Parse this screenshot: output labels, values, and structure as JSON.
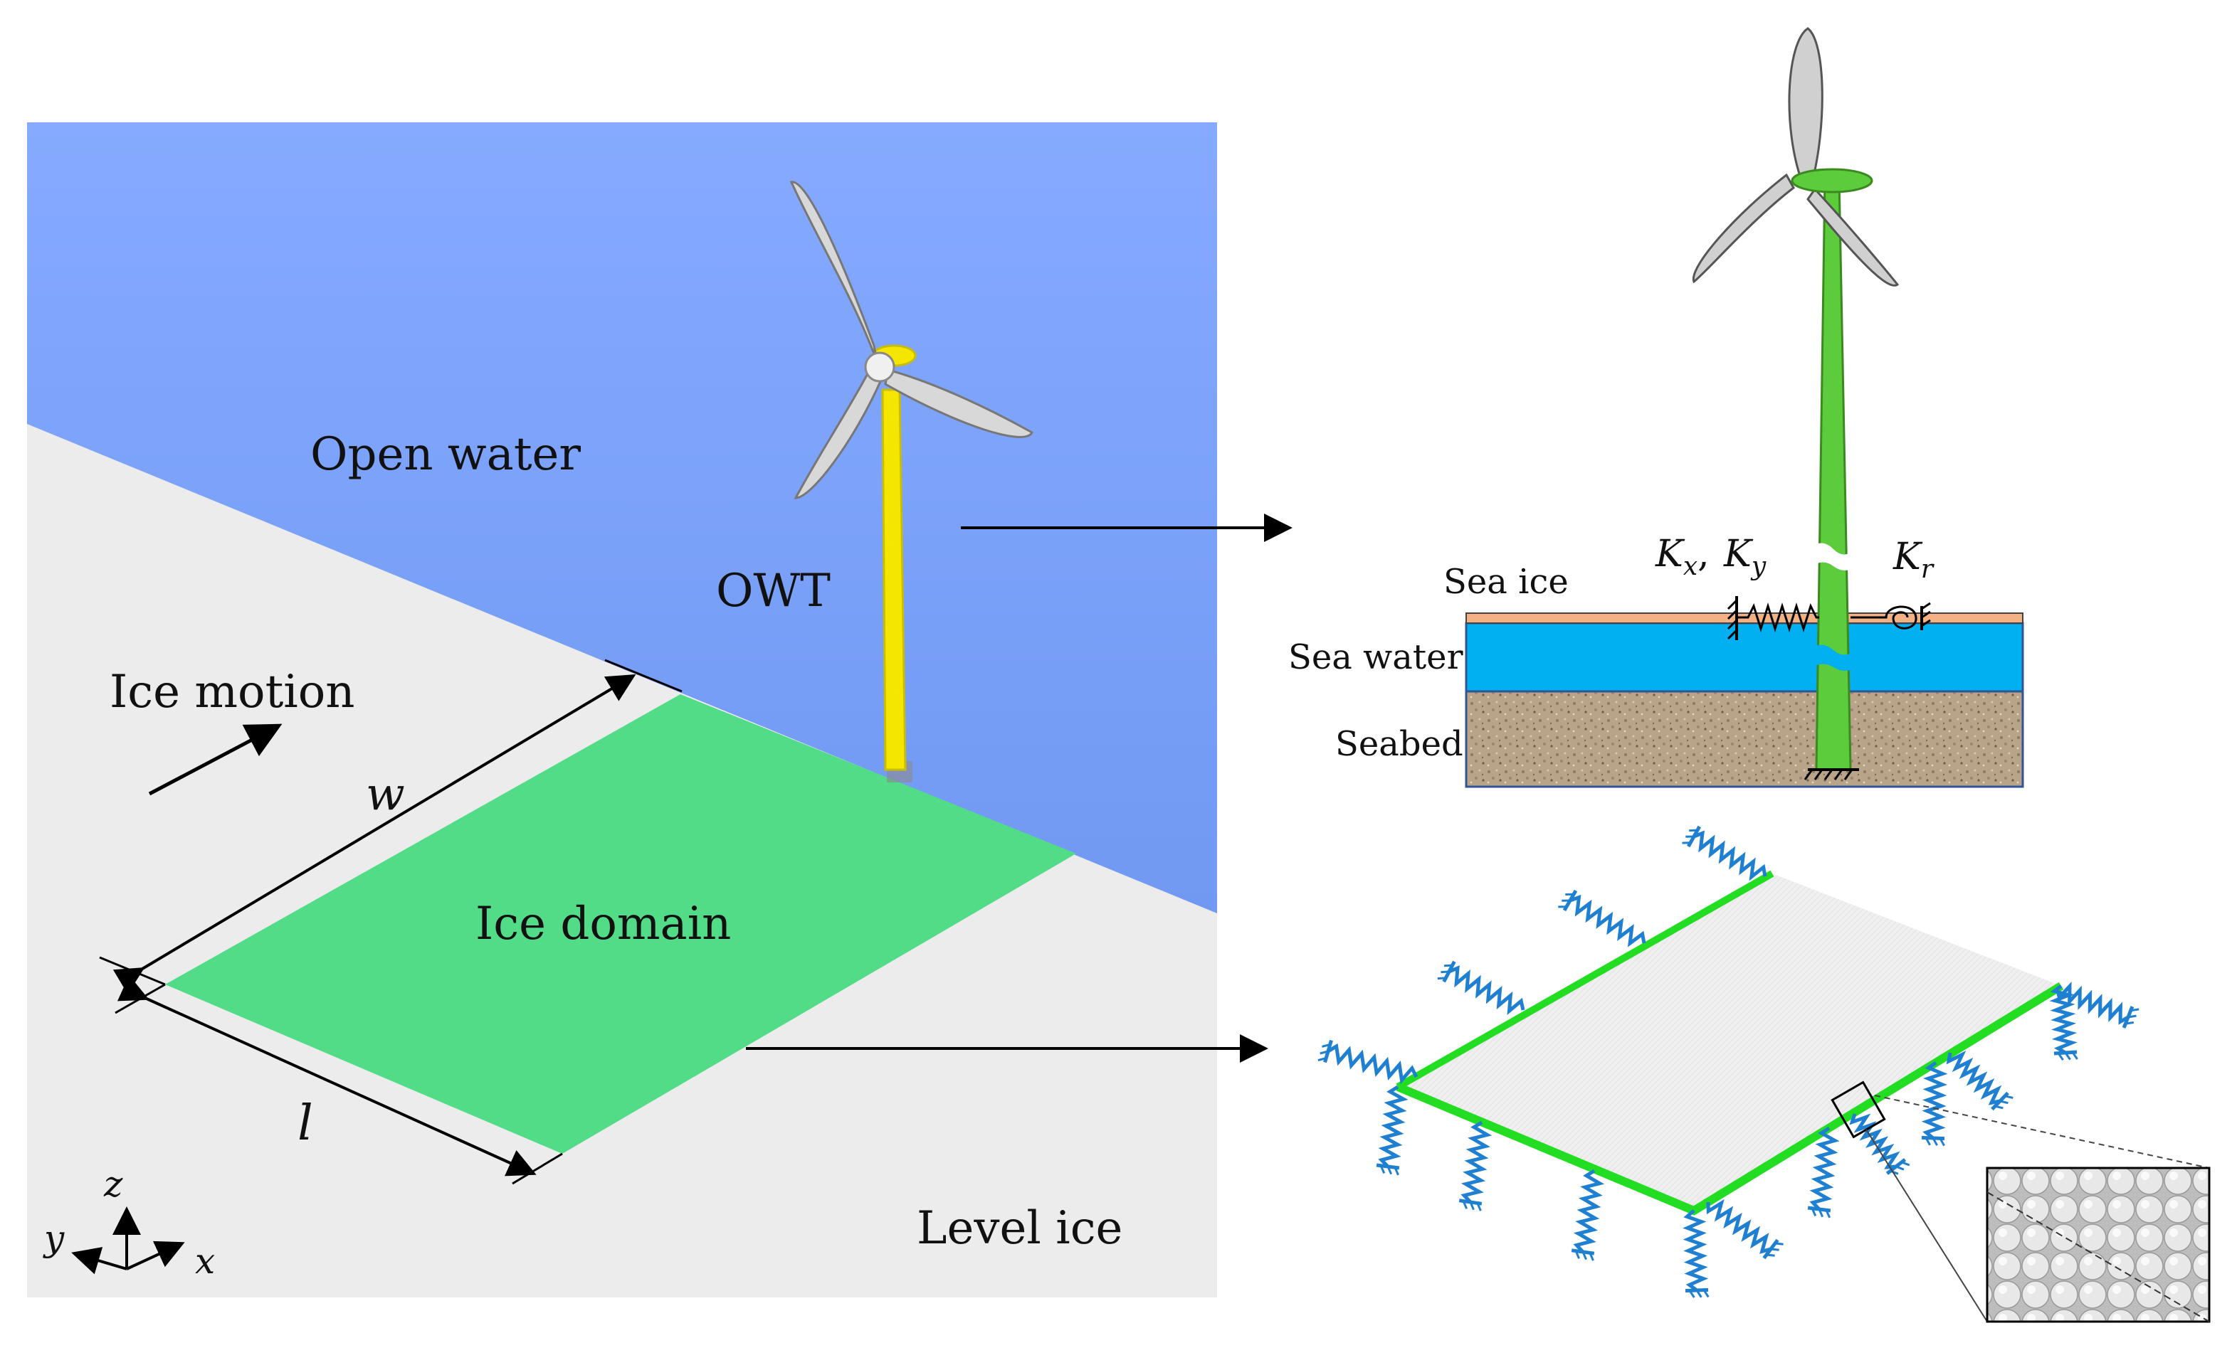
{
  "scene": {
    "open_water_label": "Open water",
    "owt_label": "OWT",
    "ice_motion_label": "Ice motion",
    "ice_domain_label": "Ice domain",
    "level_ice_label": "Level ice",
    "width_symbol": "w",
    "length_symbol": "l",
    "axes": {
      "z": "z",
      "y": "y",
      "x": "x"
    }
  },
  "model": {
    "sea_ice_label": "Sea ice",
    "sea_water_label": "Sea water",
    "seabed_label": "Seabed",
    "kx_label": "K",
    "kx_sub": "x",
    "ky_label": "K",
    "ky_sub": "y",
    "comma": ",",
    "kr_label": "K",
    "kr_sub": "r"
  },
  "colors": {
    "sky": "#7fa8ff",
    "ice": "#ececec",
    "ice_domain": "#52dc88",
    "tower_yellow": "#f5e600",
    "tower_green": "#5dcc3c",
    "sea_water": "#00b0f0",
    "seabed": "#b9a48a",
    "spring_blue": "#1f7fd0",
    "edge_green": "#22dd22"
  }
}
